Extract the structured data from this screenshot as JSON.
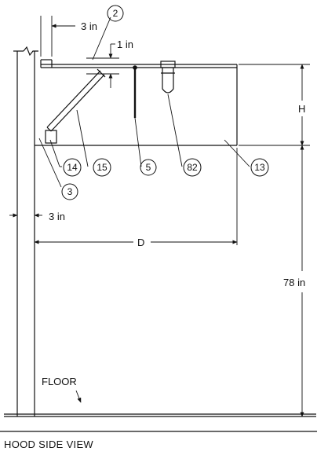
{
  "dimensions": {
    "top_offset": "3 in",
    "top_gap": "1 in",
    "hood_height": "H",
    "wall_offset": "3 in",
    "depth": "D",
    "height_from_floor": "78 in"
  },
  "labels": {
    "floor": "FLOOR",
    "caption": "HOOD SIDE VIEW"
  },
  "callouts": [
    "2",
    "14",
    "15",
    "5",
    "82",
    "13",
    "3"
  ]
}
